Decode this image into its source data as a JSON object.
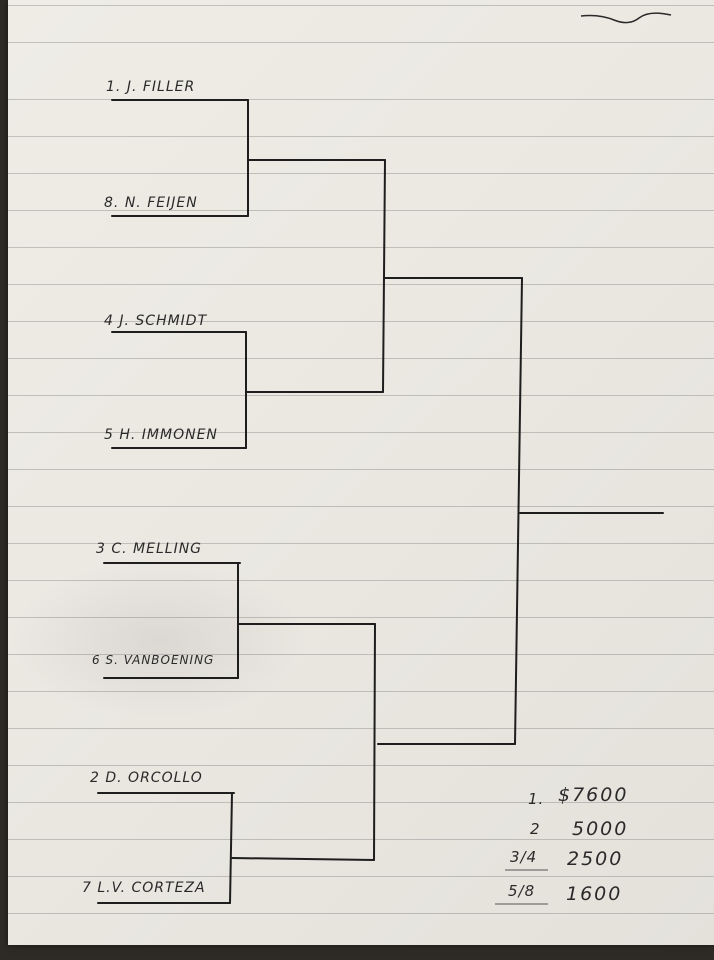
{
  "bracket": {
    "entrants": [
      {
        "seed": "1",
        "name": "J. FILLER"
      },
      {
        "seed": "8",
        "name": "N. FEIJEN"
      },
      {
        "seed": "4",
        "name": "J. SCHMIDT"
      },
      {
        "seed": "5",
        "name": "H. IMMONEN"
      },
      {
        "seed": "3",
        "name": "C. MELLING"
      },
      {
        "seed": "6",
        "name": "S. VANBOENING"
      },
      {
        "seed": "2",
        "name": "D. ORCOLLO"
      },
      {
        "seed": "7",
        "name": "L.V. CORTEZA"
      }
    ]
  },
  "prizes": [
    {
      "place": "1.",
      "amount": "$7600"
    },
    {
      "place": "2",
      "amount": "5000"
    },
    {
      "place": "3/4",
      "amount": "2500"
    },
    {
      "place": "5/8",
      "amount": "1600"
    }
  ]
}
